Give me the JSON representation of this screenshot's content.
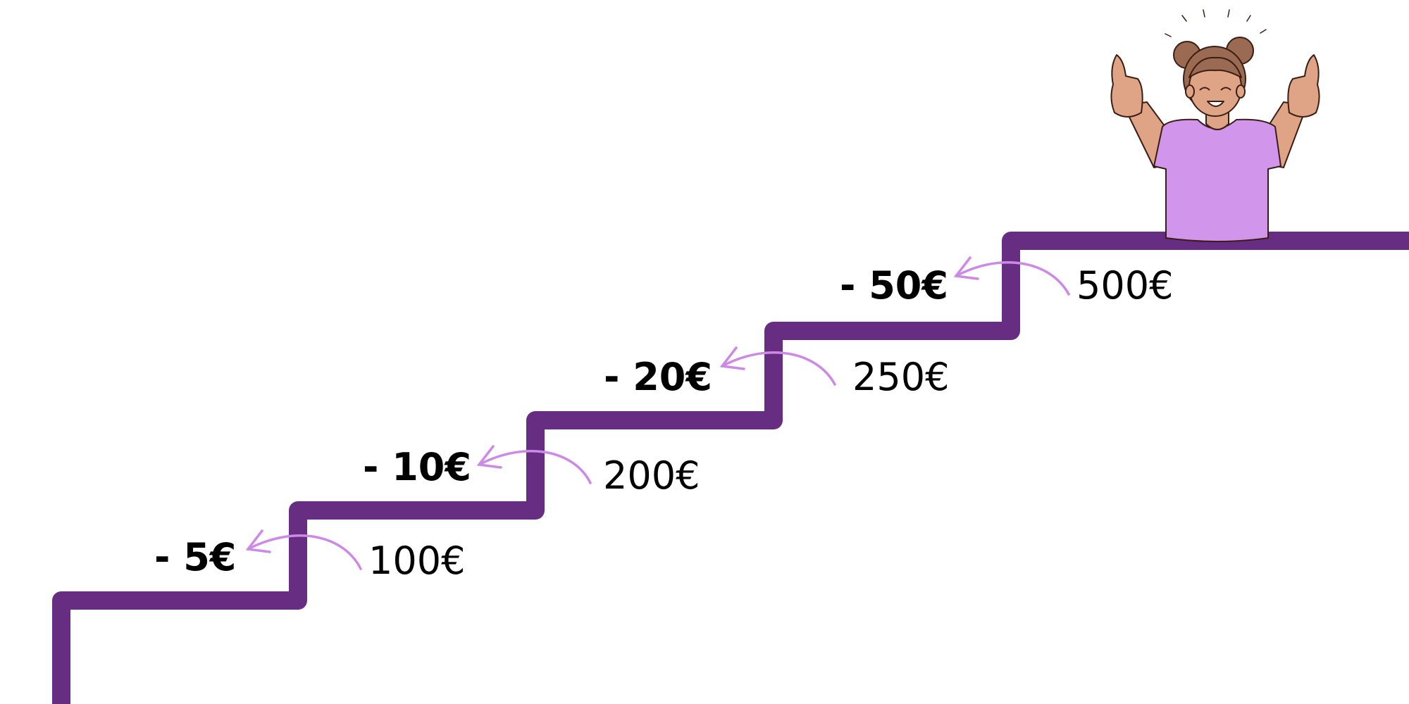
{
  "colors": {
    "stair": "#672d83",
    "arrow": "#cc8ae6",
    "shirt": "#d196ec",
    "skin": "#dfa386",
    "hair": "#9b6a52",
    "outline": "#3a1e14"
  },
  "steps": [
    {
      "discount": "- 5€",
      "threshold": "100€"
    },
    {
      "discount": "- 10€",
      "threshold": "200€"
    },
    {
      "discount": "- 20€",
      "threshold": "250€"
    },
    {
      "discount": "- 50€",
      "threshold": "500€"
    }
  ],
  "icons": {
    "staircase": "staircase-icon",
    "arrow": "curved-arrow-icon",
    "celebration": "girl-thumbs-up-icon"
  }
}
